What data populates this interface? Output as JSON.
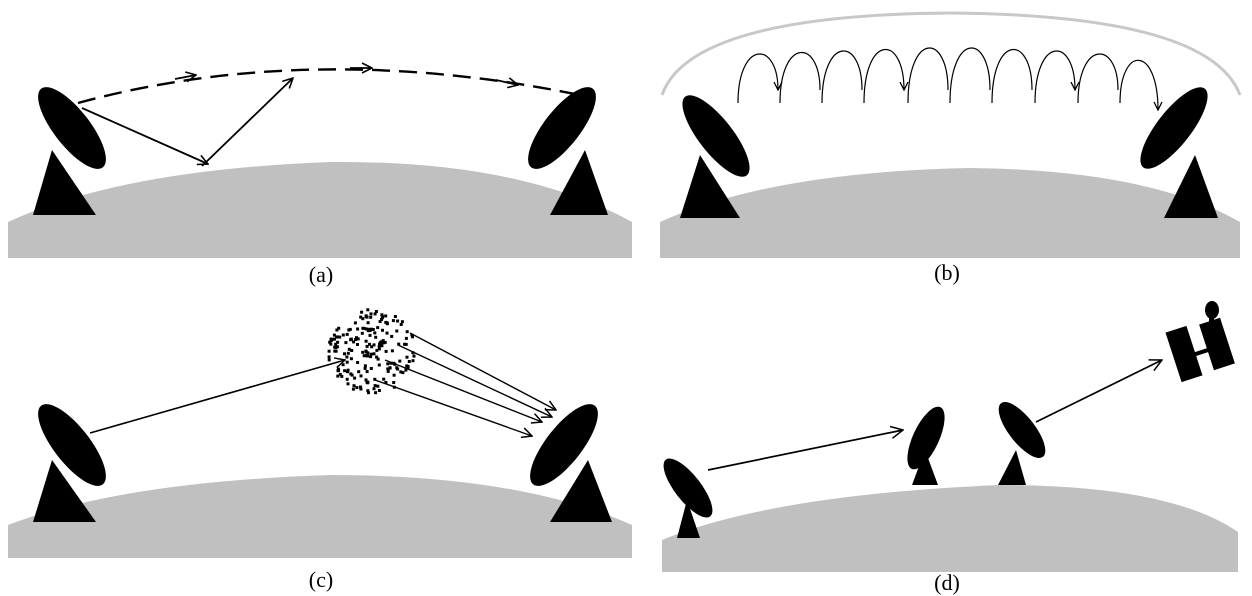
{
  "panels": [
    {
      "id": "a",
      "caption": "(a)"
    },
    {
      "id": "b",
      "caption": "(b)"
    },
    {
      "id": "c",
      "caption": "(c)"
    },
    {
      "id": "d",
      "caption": "(d)"
    }
  ],
  "colors": {
    "ground": "#c0c0c0",
    "ink": "#000000",
    "ionosphere": "#c8c8c8",
    "background": "#ffffff"
  }
}
